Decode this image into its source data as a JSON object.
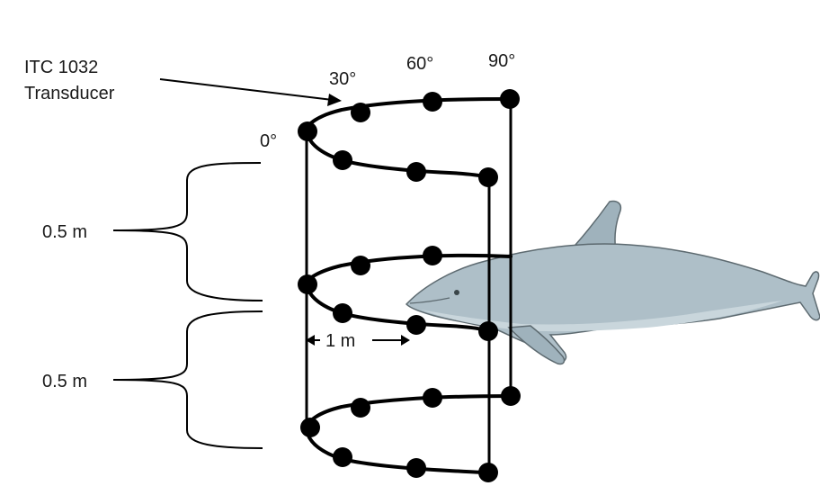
{
  "transducer_label": [
    "ITC 1032",
    "Transducer"
  ],
  "angles": {
    "a0": "0°",
    "a30": "30°",
    "a60": "60°",
    "a90": "90°"
  },
  "spacing": {
    "upper": "0.5 m",
    "lower": "0.5 m"
  },
  "radius_label": "1 m",
  "colors": {
    "dolphin_body": "#aebfc8",
    "dolphin_belly": "#c9d6dc",
    "dolphin_outline": "#5d6a70",
    "dots": "#000000"
  }
}
